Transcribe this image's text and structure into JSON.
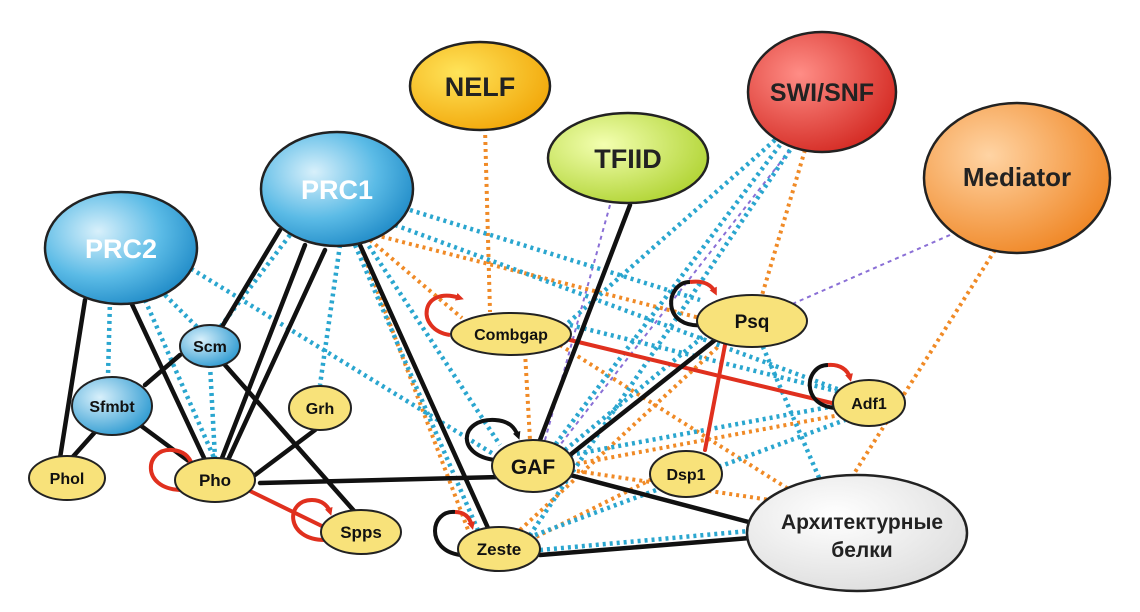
{
  "nodes": {
    "nelf": "NELF",
    "swisnf": "SWI/SNF",
    "tfiid": "TFIID",
    "mediator": "Mediator",
    "prc1": "PRC1",
    "prc2": "PRC2",
    "scm": "Scm",
    "sfmbt": "Sfmbt",
    "phol": "Phol",
    "pho": "Pho",
    "grh": "Grh",
    "spps": "Spps",
    "combgap": "Combgap",
    "gaf": "GAF",
    "zeste": "Zeste",
    "psq": "Psq",
    "adf1": "Adf1",
    "dsp1": "Dsp1",
    "arch_line1": "Архитектурные",
    "arch_line2": "белки"
  },
  "colors": {
    "black_interaction": "#111111",
    "red_interaction": "#e0301e",
    "blue_interaction": "#2aa6cf",
    "orange_interaction": "#f08a26",
    "purple_interaction": "#8a6fd6",
    "small_node_fill": "#f8e27a",
    "prc_fill": "#2d9fd6",
    "nelf_fill": "#f4a800",
    "swisnf_fill": "#d42a22",
    "tfiid_fill": "#b7d63a",
    "mediator_fill": "#f08a26",
    "architecture_fill": "#e6e6e6"
  }
}
